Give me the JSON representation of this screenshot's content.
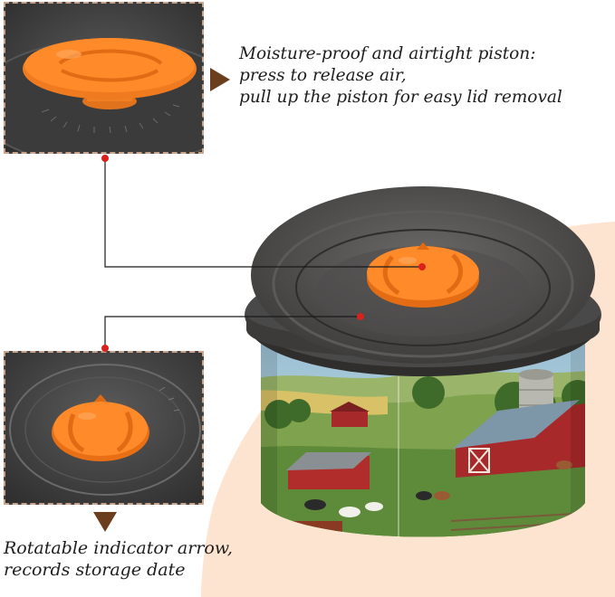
{
  "captions": {
    "piston": {
      "line1": "Moisture-proof and airtight piston:",
      "line2": "press to release air,",
      "line3": "pull up the piston for easy lid removal"
    },
    "indicator": {
      "line1": "Rotatable indicator arrow,",
      "line2": "records storage date"
    }
  },
  "colors": {
    "accent_orange": "#ff8a2a",
    "lid_gray": "#4a4949",
    "peach_background": "#fde3cf",
    "callout_red": "#d9211e",
    "arrow_brown": "#6b3e1e"
  }
}
